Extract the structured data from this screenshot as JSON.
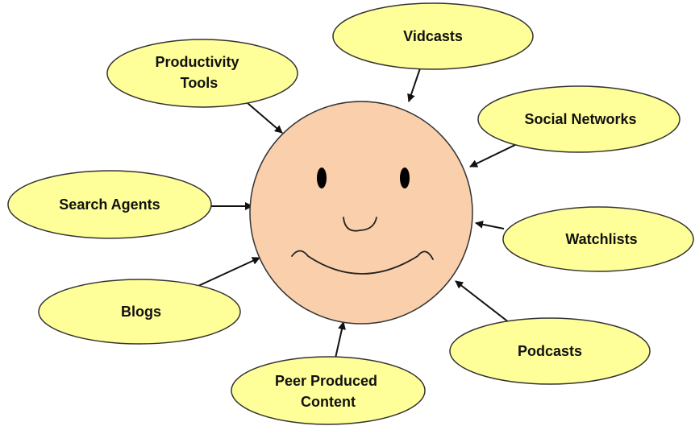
{
  "nodes": [
    {
      "id": "vidcasts",
      "lines": [
        "Vidcasts"
      ]
    },
    {
      "id": "productivity-tools",
      "lines": [
        "Productivity",
        "Tools"
      ]
    },
    {
      "id": "social-networks",
      "lines": [
        "Social Networks"
      ]
    },
    {
      "id": "search-agents",
      "lines": [
        "Search Agents"
      ]
    },
    {
      "id": "watchlists",
      "lines": [
        "Watchlists"
      ]
    },
    {
      "id": "blogs",
      "lines": [
        "Blogs"
      ]
    },
    {
      "id": "podcasts",
      "lines": [
        "Podcasts"
      ]
    },
    {
      "id": "peer-produced-content",
      "lines": [
        "Peer Produced",
        "Content"
      ]
    }
  ],
  "center": {
    "icon": "smiley-face-icon"
  },
  "colors": {
    "node_fill": "#ffff99",
    "face_fill": "#f9cfac",
    "stroke": "#333333"
  }
}
